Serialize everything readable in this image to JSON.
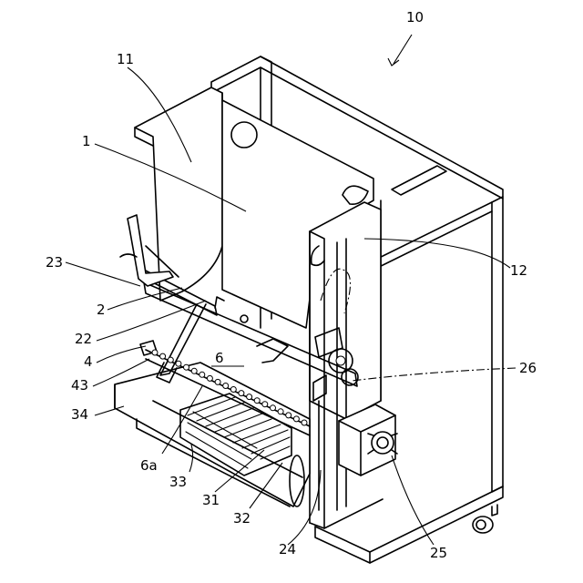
{
  "labels": [
    {
      "id": "10",
      "text": "10"
    },
    {
      "id": "11",
      "text": "11"
    },
    {
      "id": "1",
      "text": "1"
    },
    {
      "id": "12",
      "text": "12"
    },
    {
      "id": "23",
      "text": "23"
    },
    {
      "id": "2",
      "text": "2"
    },
    {
      "id": "22",
      "text": "22"
    },
    {
      "id": "4",
      "text": "4"
    },
    {
      "id": "43",
      "text": "43"
    },
    {
      "id": "6",
      "text": "6"
    },
    {
      "id": "26",
      "text": "26"
    },
    {
      "id": "34",
      "text": "34"
    },
    {
      "id": "6a",
      "text": "6a"
    },
    {
      "id": "33",
      "text": "33"
    },
    {
      "id": "31",
      "text": "31"
    },
    {
      "id": "32",
      "text": "32"
    },
    {
      "id": "24",
      "text": "24"
    },
    {
      "id": "25",
      "text": "25"
    }
  ],
  "colors": {
    "ink": "#000000",
    "paper": "#ffffff"
  }
}
